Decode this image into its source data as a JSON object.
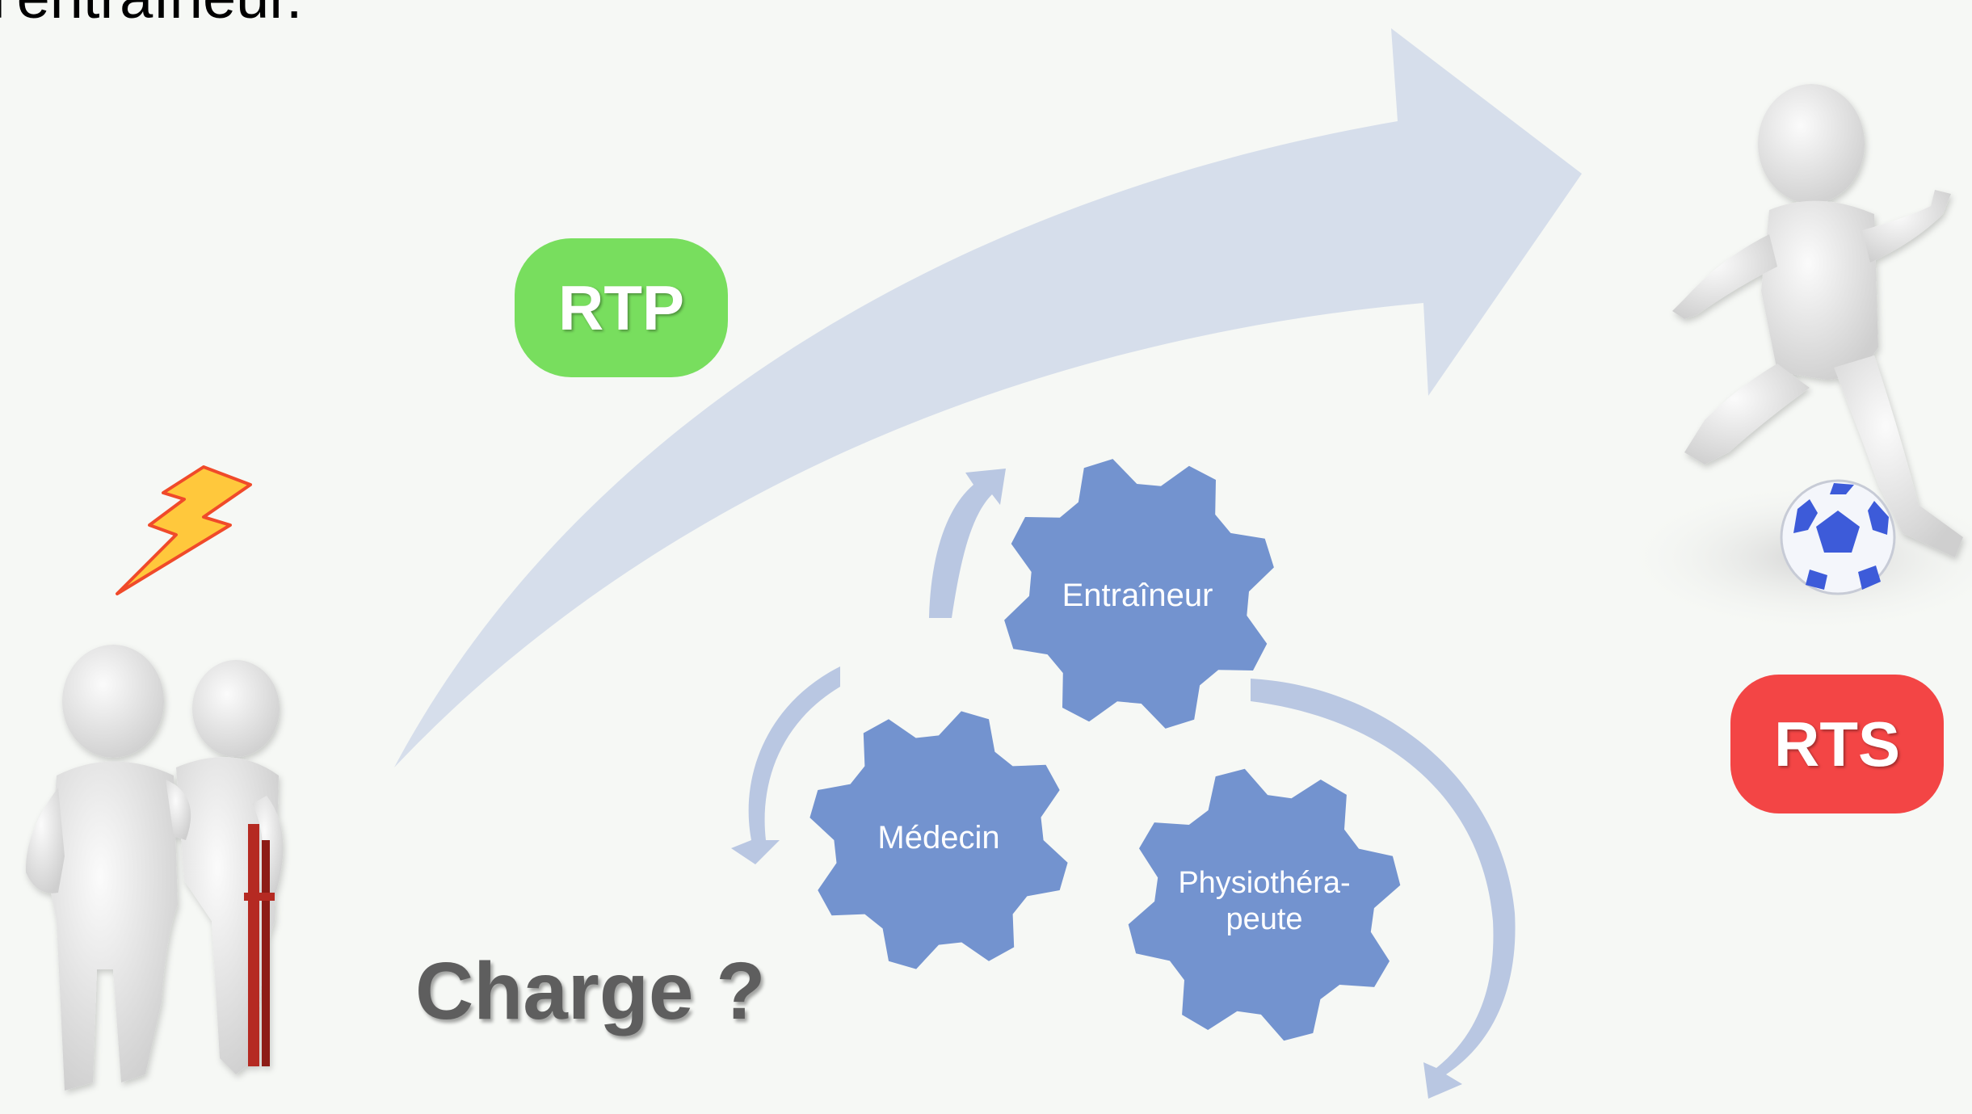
{
  "top_text": "l'entraîneur.",
  "rtp_label": "RTP",
  "rts_label": "RTS",
  "charge_label": "Charge ?",
  "gears": {
    "coach": "Entraîneur",
    "doctor": "Médecin",
    "physio_line1": "Physiothéra-",
    "physio_line2": "peute"
  },
  "colors": {
    "background": "#f6f8f5",
    "arrow": "#d6deeb",
    "gear": "#7393cf",
    "cycle_arrow": "#b9c7e2",
    "rtp": "#78de5e",
    "rts": "#f34545",
    "lightning_fill": "#ffc83c",
    "lightning_stroke": "#f04a2a",
    "figure": "#e4e4e4",
    "ball_blue": "#3d5bd9"
  }
}
